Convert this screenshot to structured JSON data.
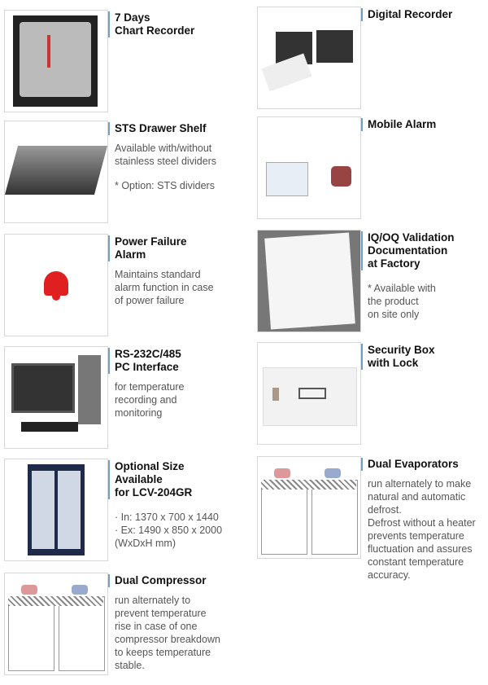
{
  "left": [
    {
      "title": "7 Days\nChart Recorder",
      "desc": "",
      "note": "",
      "icon": "chart-recorder-image"
    },
    {
      "title": "STS Drawer Shelf",
      "desc": "Available with/without\nstainless steel dividers",
      "note": "* Option: STS dividers",
      "icon": "drawer-shelf-image"
    },
    {
      "title": "Power Failure\nAlarm",
      "desc": "Maintains standard\nalarm function in case\nof power failure",
      "note": "",
      "icon": "alarm-bell-icon"
    },
    {
      "title": "RS-232C/485\nPC Interface",
      "desc": "for temperature\nrecording and\nmonitoring",
      "note": "",
      "icon": "pc-computer-image"
    },
    {
      "title": "Optional Size\nAvailable\nfor LCV-204GR",
      "desc": "",
      "note": "· In: 1370 x 700 x 1440\n· Ex: 1490 x 850 x 2000\n  (WxDxH mm)",
      "icon": "refrigerator-image"
    },
    {
      "title": "Dual Compressor",
      "desc": "run alternately to\nprevent temperature\nrise in case of one\ncompressor breakdown\nto keeps temperature\nstable.",
      "note": "",
      "icon": "airflow-diagram-image"
    }
  ],
  "right": [
    {
      "title": "Digital Recorder",
      "desc": "",
      "note": "",
      "icon": "digital-recorder-image"
    },
    {
      "title": "Mobile Alarm",
      "desc": "",
      "note": "",
      "icon": "mobile-alarm-image"
    },
    {
      "title": "IQ/OQ Validation\nDocumentation\nat Factory",
      "desc": "",
      "note": "* Available with\n  the product\n  on site only",
      "icon": "clipboard-document-image"
    },
    {
      "title": "Security Box\nwith Lock",
      "desc": "",
      "note": "",
      "icon": "security-box-image"
    },
    {
      "title": "Dual Evaporators",
      "desc": "run alternately to make\nnatural and automatic\ndefrost.\nDefrost without a heater\nprevents temperature\nfluctuation and assures\nconstant temperature\naccuracy.",
      "note": "",
      "icon": "airflow-diagram-image"
    }
  ],
  "colors": {
    "accent_bar": "#6fa0c8",
    "alarm_red": "#e02020"
  }
}
